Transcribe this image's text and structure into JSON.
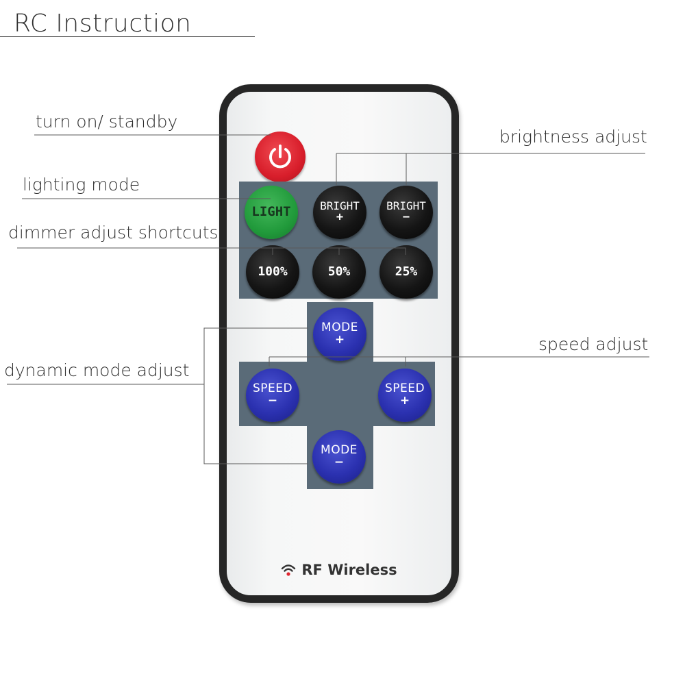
{
  "title": "RC Instruction",
  "callouts": {
    "power": "turn on/ standby",
    "lighting": "lighting mode",
    "dimmer": "dimmer adjust shortcuts",
    "dynamic": "dynamic mode adjust",
    "brightness": "brightness adjust",
    "speed": "speed adjust"
  },
  "remote": {
    "power_button": "power-icon",
    "buttons": {
      "light": "LIGHT",
      "bright_plus": {
        "top": "BRIGHT",
        "bottom": "+"
      },
      "bright_minus": {
        "top": "BRIGHT",
        "bottom": "−"
      },
      "pct_100": "100%",
      "pct_50": "50%",
      "pct_25": "25%",
      "mode_plus": {
        "top": "MODE",
        "bottom": "+"
      },
      "mode_minus": {
        "top": "MODE",
        "bottom": "−"
      },
      "speed_minus": {
        "top": "SPEED",
        "bottom": "−"
      },
      "speed_plus": {
        "top": "SPEED",
        "bottom": "+"
      }
    },
    "brand_label": "RF Wireless",
    "brand_icon": "wifi-icon"
  },
  "colors": {
    "power": "#d81e2b",
    "light": "#219a3b",
    "dark_button": "#151515",
    "blue_button": "#2b31b0",
    "panel": "#5a6b78",
    "body": "#f6f7f7",
    "frame": "#262626"
  }
}
